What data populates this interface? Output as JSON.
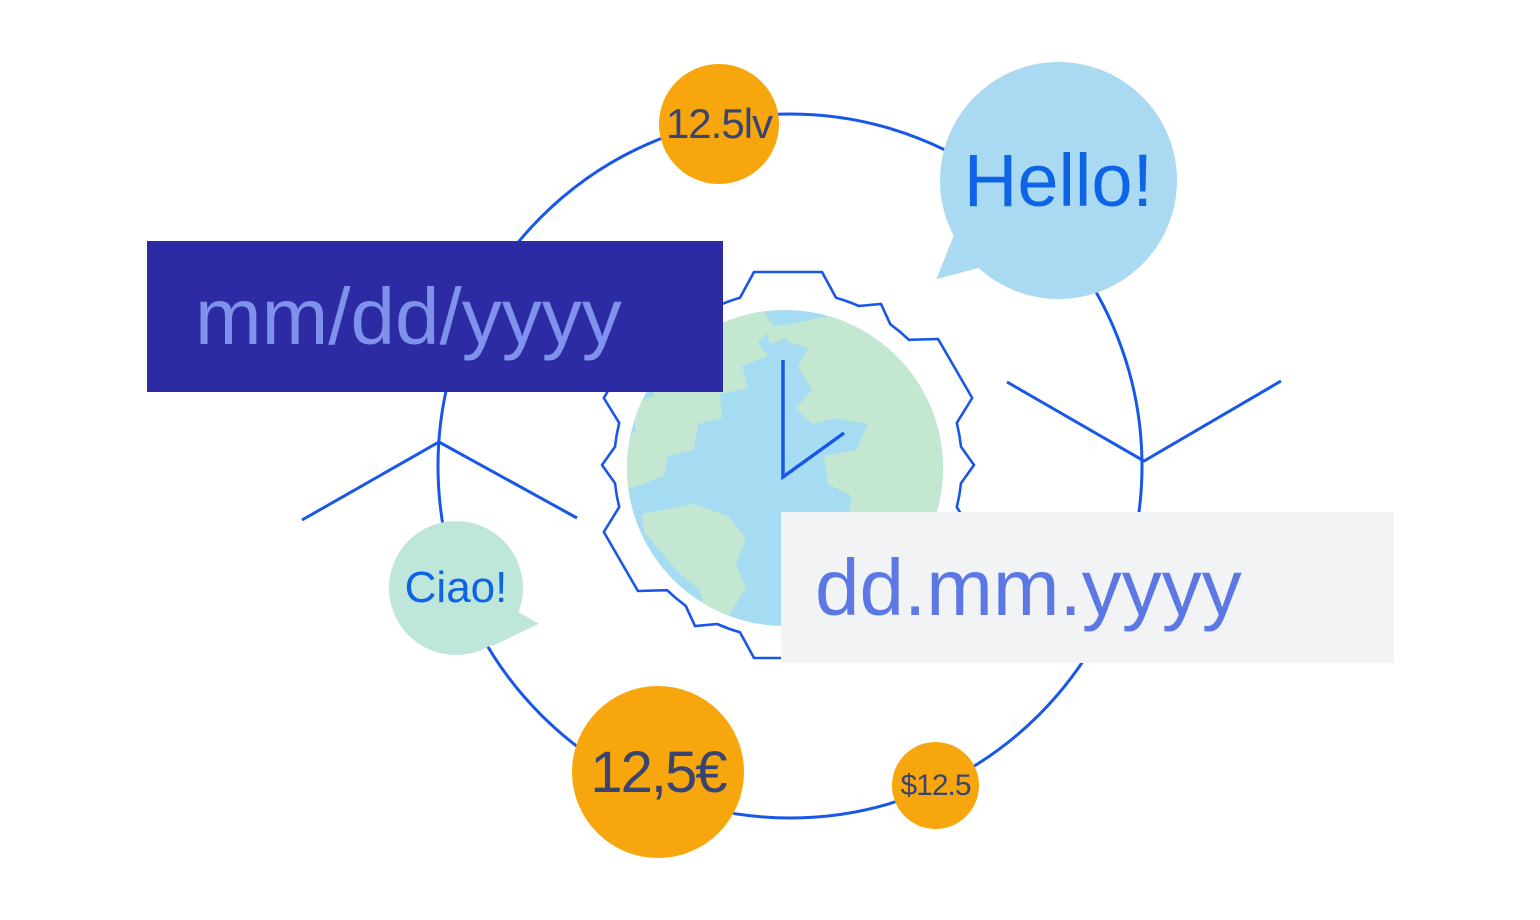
{
  "bubbles": {
    "hello": "Hello!",
    "ciao": "Ciao!"
  },
  "date_formats": {
    "us": "mm/dd/yyyy",
    "european": "dd.mm.yyyy"
  },
  "currency_formats": {
    "lev": "12.5lv",
    "euro": "12,5€",
    "dollar": "$12.5"
  },
  "icons": {
    "globe": "globe-clock-icon",
    "gear": "gear-icon",
    "cycle": "cycle-arrows-icon"
  },
  "colors": {
    "flow_blue": "#1857E8",
    "indigo_box": "#2D2BA4",
    "indigo_box_text": "#7E92EC",
    "gray_box": "#F2F3F5",
    "gray_box_text": "#5C78E4",
    "hello_bubble": "#AADAF2",
    "ciao_bubble": "#BFE6DA",
    "bubble_text": "#0E64E6",
    "coin_orange": "#F7A70D",
    "coin_text": "#3A4470",
    "globe_ocean": "#A6DCF2",
    "globe_land": "#C3E7D1"
  }
}
